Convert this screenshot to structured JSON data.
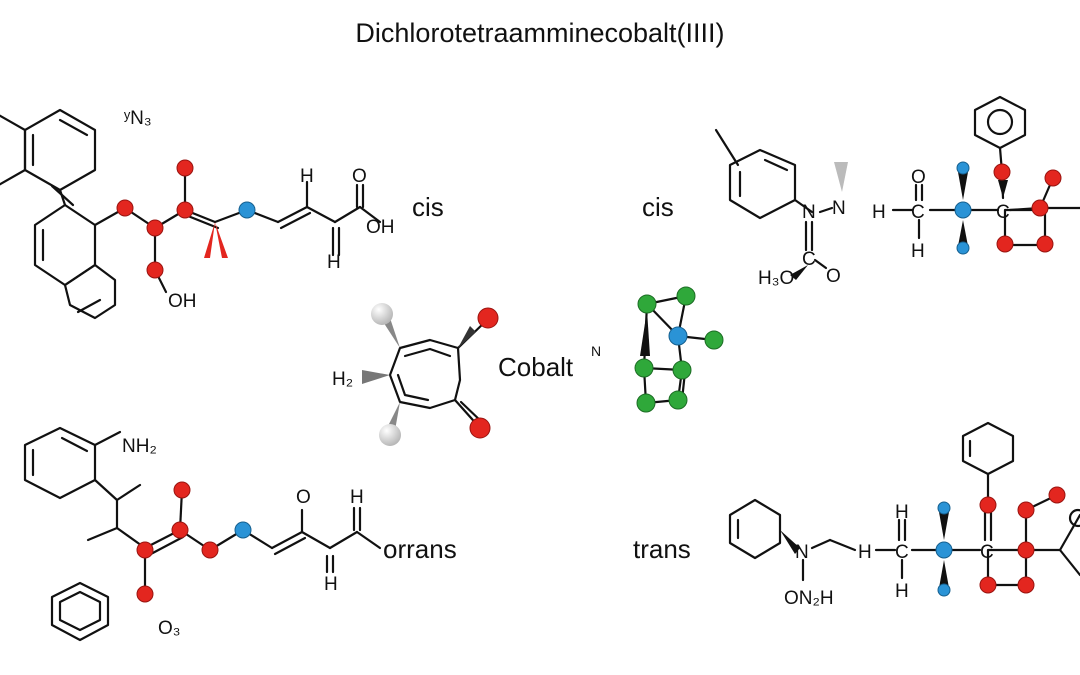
{
  "title": "Dichlorotetraamminecobalt(IIII)",
  "labels": {
    "n3": "ʸN₃",
    "oh_top": "OH",
    "oh_mid": "OH",
    "cis_left": "cis",
    "cis_right": "cis",
    "h_top": "H",
    "o_top": "O",
    "h_bottom": "H",
    "h2": "H₂",
    "cobalt": "Cobalt",
    "cobalt_sup": "N",
    "nh2": "NH₂",
    "o3": "O₃",
    "h_mid": "H",
    "o_mid": "O",
    "h_low": "H",
    "orrans": "orrans",
    "trans": "trans",
    "n_top": "N",
    "n_arrow": "N",
    "h_link": "H",
    "c_top": "C",
    "o_ald": "O",
    "h_ald": "H",
    "h3o": "H₃O",
    "c_ester": "C",
    "o_ester": "O",
    "c_ring": "C",
    "n_low": "N",
    "on2h": "ON₂H",
    "h_low2": "H",
    "c_low": "C",
    "h_low3": "H",
    "h_low4": "H",
    "c_low2": "C"
  },
  "colors": {
    "oxygen": "#e3261f",
    "nitrogen": "#2a93d6",
    "carbon_green": "#2fa83a",
    "bond": "#111111",
    "hydrogen_cone": "#d9d9d9"
  }
}
